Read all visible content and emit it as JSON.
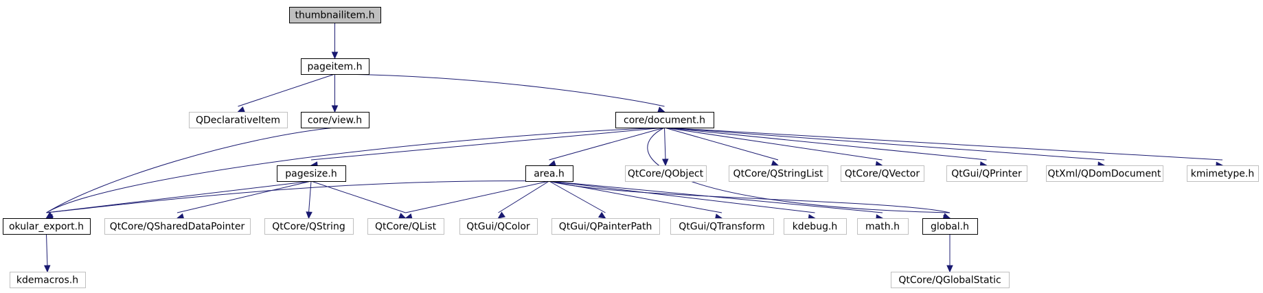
{
  "colors": {
    "root_fill": "#bfbfbf",
    "node_fill": "#ffffff",
    "documented_border": "#000000",
    "external_border": "#bfbfbf",
    "edge": "#191970"
  },
  "nodes": [
    {
      "id": "thumbnailitem",
      "label": "thumbnailitem.h",
      "kind": "root"
    },
    {
      "id": "pageitem",
      "label": "pageitem.h",
      "kind": "documented"
    },
    {
      "id": "qdeclarativeitem",
      "label": "QDeclarativeItem",
      "kind": "external"
    },
    {
      "id": "coreview",
      "label": "core/view.h",
      "kind": "documented"
    },
    {
      "id": "coredocument",
      "label": "core/document.h",
      "kind": "documented"
    },
    {
      "id": "pagesize",
      "label": "pagesize.h",
      "kind": "documented"
    },
    {
      "id": "area",
      "label": "area.h",
      "kind": "documented"
    },
    {
      "id": "qobject",
      "label": "QtCore/QObject",
      "kind": "external"
    },
    {
      "id": "qstringlist",
      "label": "QtCore/QStringList",
      "kind": "external"
    },
    {
      "id": "qvector",
      "label": "QtCore/QVector",
      "kind": "external"
    },
    {
      "id": "qprinter",
      "label": "QtGui/QPrinter",
      "kind": "external"
    },
    {
      "id": "qdomdocument",
      "label": "QtXml/QDomDocument",
      "kind": "external"
    },
    {
      "id": "kmimetype",
      "label": "kmimetype.h",
      "kind": "external"
    },
    {
      "id": "okularexport",
      "label": "okular_export.h",
      "kind": "documented"
    },
    {
      "id": "qshareddatapointer",
      "label": "QtCore/QSharedDataPointer",
      "kind": "external"
    },
    {
      "id": "qstring",
      "label": "QtCore/QString",
      "kind": "external"
    },
    {
      "id": "qlist",
      "label": "QtCore/QList",
      "kind": "external"
    },
    {
      "id": "qcolor",
      "label": "QtGui/QColor",
      "kind": "external"
    },
    {
      "id": "qpainterpath",
      "label": "QtGui/QPainterPath",
      "kind": "external"
    },
    {
      "id": "qtransform",
      "label": "QtGui/QTransform",
      "kind": "external"
    },
    {
      "id": "kdebug",
      "label": "kdebug.h",
      "kind": "external"
    },
    {
      "id": "math",
      "label": "math.h",
      "kind": "external"
    },
    {
      "id": "global",
      "label": "global.h",
      "kind": "documented"
    },
    {
      "id": "kdemacros",
      "label": "kdemacros.h",
      "kind": "external"
    },
    {
      "id": "qglobalstatic",
      "label": "QtCore/QGlobalStatic",
      "kind": "external"
    }
  ],
  "edges": [
    {
      "from": "thumbnailitem",
      "to": "pageitem"
    },
    {
      "from": "pageitem",
      "to": "qdeclarativeitem"
    },
    {
      "from": "pageitem",
      "to": "coreview"
    },
    {
      "from": "pageitem",
      "to": "coredocument"
    },
    {
      "from": "coreview",
      "to": "okularexport"
    },
    {
      "from": "coredocument",
      "to": "okularexport"
    },
    {
      "from": "coredocument",
      "to": "pagesize"
    },
    {
      "from": "coredocument",
      "to": "area"
    },
    {
      "from": "coredocument",
      "to": "global"
    },
    {
      "from": "coredocument",
      "to": "qobject"
    },
    {
      "from": "coredocument",
      "to": "qstringlist"
    },
    {
      "from": "coredocument",
      "to": "qvector"
    },
    {
      "from": "coredocument",
      "to": "qprinter"
    },
    {
      "from": "coredocument",
      "to": "qdomdocument"
    },
    {
      "from": "coredocument",
      "to": "kmimetype"
    },
    {
      "from": "pagesize",
      "to": "okularexport"
    },
    {
      "from": "pagesize",
      "to": "qshareddatapointer"
    },
    {
      "from": "pagesize",
      "to": "qstring"
    },
    {
      "from": "pagesize",
      "to": "qlist"
    },
    {
      "from": "area",
      "to": "okularexport"
    },
    {
      "from": "area",
      "to": "qlist"
    },
    {
      "from": "area",
      "to": "qcolor"
    },
    {
      "from": "area",
      "to": "qpainterpath"
    },
    {
      "from": "area",
      "to": "qtransform"
    },
    {
      "from": "area",
      "to": "kdebug"
    },
    {
      "from": "area",
      "to": "math"
    },
    {
      "from": "area",
      "to": "global"
    },
    {
      "from": "okularexport",
      "to": "kdemacros"
    },
    {
      "from": "global",
      "to": "qglobalstatic"
    }
  ]
}
